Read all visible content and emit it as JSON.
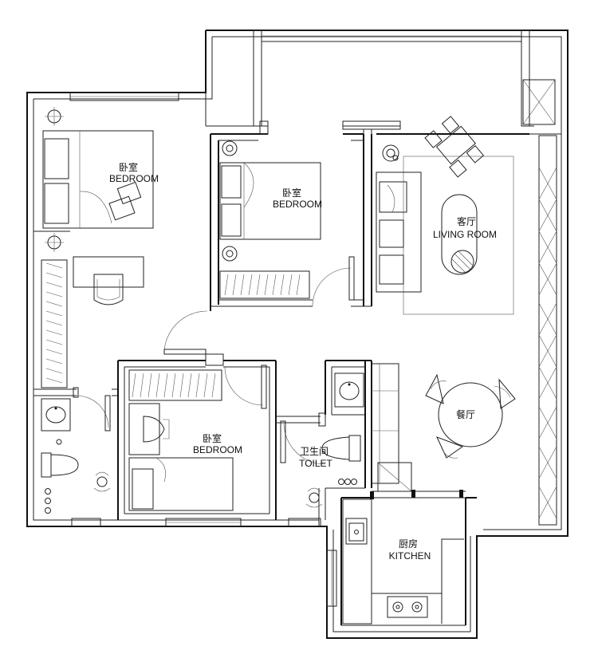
{
  "rooms": {
    "bedroom_nw": {
      "zh": "卧室",
      "en": "BEDROOM"
    },
    "bedroom_mid": {
      "zh": "卧室",
      "en": "BEDROOM"
    },
    "bedroom_sw": {
      "zh": "卧室",
      "en": "BEDROOM"
    },
    "living_room": {
      "zh": "客厅",
      "en": "LIVING ROOM"
    },
    "dining": {
      "zh": "餐厅"
    },
    "toilet": {
      "zh": "卫生间",
      "en": "TOILET"
    },
    "kitchen": {
      "zh": "厨房",
      "en": "KITCHEN"
    }
  },
  "icons": {
    "bed": "bed-icon",
    "armchair": "armchair-icon",
    "wardrobe": "wardrobe-icon",
    "desk": "desk-icon",
    "sofa": "sofa-icon",
    "dining_table": "dining-table-icon",
    "toilet": "toilet-icon",
    "sink": "sink-icon",
    "stove": "stove-icon",
    "door": "door-swing-icon",
    "window": "window-icon"
  }
}
